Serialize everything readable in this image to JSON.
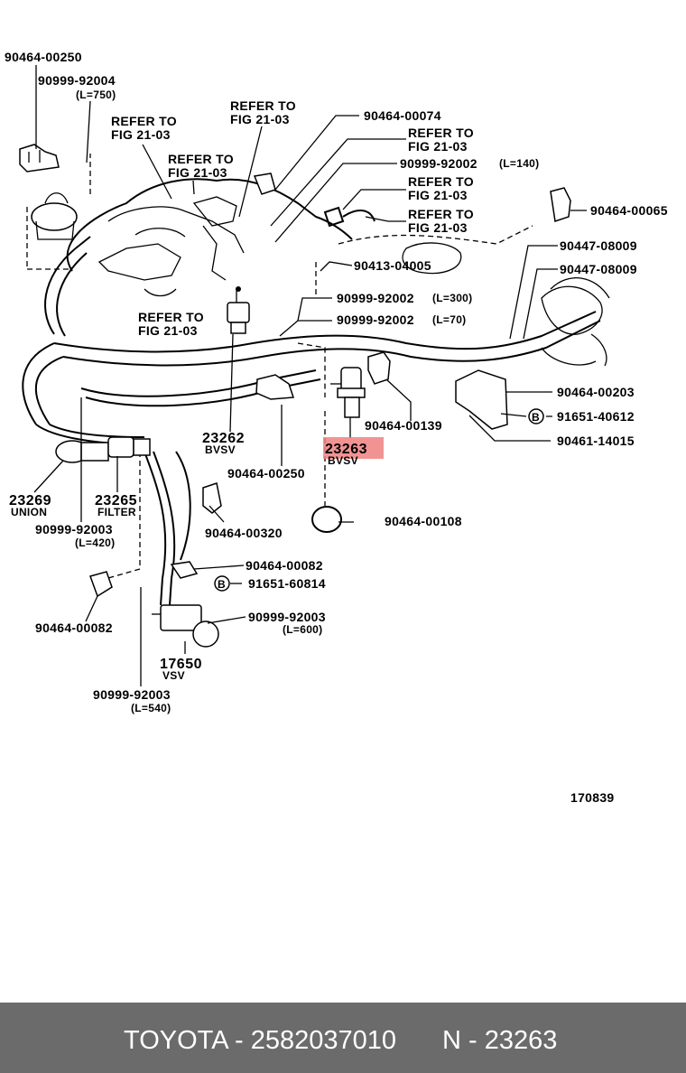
{
  "labels": {
    "p_90464_00250_top": "90464-00250",
    "p_90999_92004": "90999-92004",
    "p_l750": "(L=750)",
    "refer_to": "REFER TO",
    "fig_21_03": "FIG 21-03",
    "p_90464_00074": "90464-00074",
    "p_90999_92002_l140": "90999-92002",
    "l140": "(L=140)",
    "p_90464_00065": "90464-00065",
    "p_90413_04005": "90413-04005",
    "p_90447_08009": "90447-08009",
    "p_90999_92002_l300": "90999-92002",
    "l300": "(L=300)",
    "p_90999_92002_l70": "90999-92002",
    "l70": "(L=70)",
    "p_90464_00203": "90464-00203",
    "p_91651_40612": "91651-40612",
    "p_90461_14015": "90461-14015",
    "p_90464_00139": "90464-00139",
    "p_23262": "23262",
    "bvsv": "BVSV",
    "p_23263": "23263",
    "p_90464_00250_mid": "90464-00250",
    "p_90464_00108": "90464-00108",
    "p_23269": "23269",
    "union": "UNION",
    "p_23265": "23265",
    "filter": "FILTER",
    "p_90999_92003_l420": "90999-92003",
    "l420": "(L=420)",
    "p_90464_00320": "90464-00320",
    "p_90464_00082_right": "90464-00082",
    "p_91651_60814": "91651-60814",
    "p_90464_00082_left": "90464-00082",
    "p_90999_92003_l600": "90999-92003",
    "l600": "(L=600)",
    "p_17650": "17650",
    "vsv": "VSV",
    "p_90999_92003_l540": "90999-92003",
    "l540": "(L=540)",
    "bolt_marker": "B",
    "diagram_number": "170839"
  },
  "footer": {
    "brand_part": "TOYOTA - 2582037010",
    "ref": "N - 23263"
  },
  "highlight_color": "#f08080"
}
